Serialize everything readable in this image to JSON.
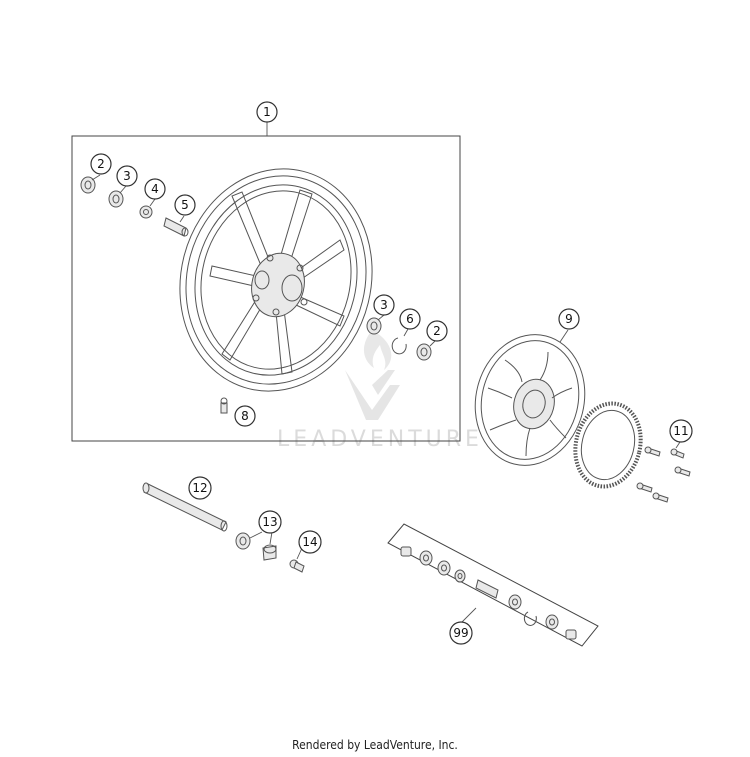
{
  "callouts": {
    "c1": "1",
    "c2a": "2",
    "c3a": "3",
    "c4": "4",
    "c5": "5",
    "c3b": "3",
    "c6": "6",
    "c2b": "2",
    "c8": "8",
    "c9": "9",
    "c11": "11",
    "c12": "12",
    "c13": "13",
    "c14": "14",
    "c99": "99"
  },
  "watermark": {
    "text": "LEADVENTURE"
  },
  "footer": {
    "text": "Rendered by LeadVenture, Inc."
  }
}
